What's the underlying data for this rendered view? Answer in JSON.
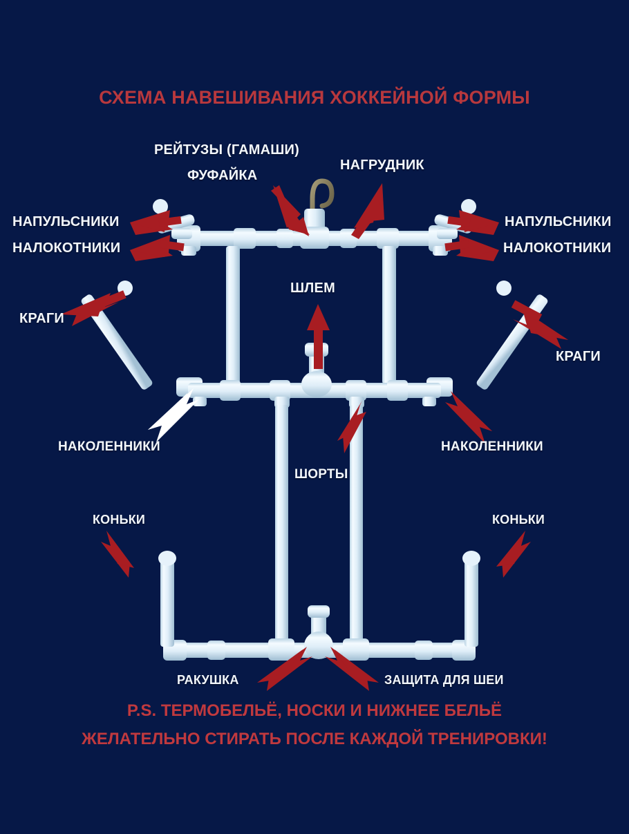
{
  "colors": {
    "background": "#061847",
    "title_red": "#b8383d",
    "arrow_red": "#a81d22",
    "arrow_white": "#ffffff",
    "label_white": "#f2f6fb",
    "pipe_white": "#dceaf4",
    "hook_metal": "#8b8467"
  },
  "header": {
    "title": "СХЕМА НАВЕШИВАНИЯ ХОККЕЙНОЙ ФОРМЫ"
  },
  "labels": {
    "reituzy": "РЕЙТУЗЫ (ГАМАШИ)",
    "fufaika": "ФУФАЙКА",
    "nagrudnik": "НАГРУДНИК",
    "napulsniki_left": "НАПУЛЬСНИКИ",
    "nalokotniki_left": "НАЛОКОТНИКИ",
    "napulsniki_right": "НАПУЛЬСНИКИ",
    "nalokotniki_right": "НАЛОКОТНИКИ",
    "kragi_left": "КРАГИ",
    "kragi_right": "КРАГИ",
    "shlem": "ШЛЕМ",
    "nakolenniki_left": "НАКОЛЕННИКИ",
    "nakolenniki_right": "НАКОЛЕННИКИ",
    "shorty": "ШОРТЫ",
    "konki_left": "КОНЬКИ",
    "konki_right": "КОНЬКИ",
    "rakushka": "РАКУШКА",
    "zashita": "ЗАЩИТА ДЛЯ ШЕИ"
  },
  "footer": {
    "line1": "P.S. ТЕРМОБЕЛЬЁ, НОСКИ И НИЖНЕЕ БЕЛЬЁ",
    "line2": "ЖЕЛАТЕЛЬНО СТИРАТЬ ПОСЛЕ КАЖДОЙ ТРЕНИРОВКИ!"
  },
  "diagram": {
    "description": "PVC pipe hockey gear drying rack with labeled red arrows",
    "hook_icon": "hook-icon",
    "arrow_count": 17
  }
}
